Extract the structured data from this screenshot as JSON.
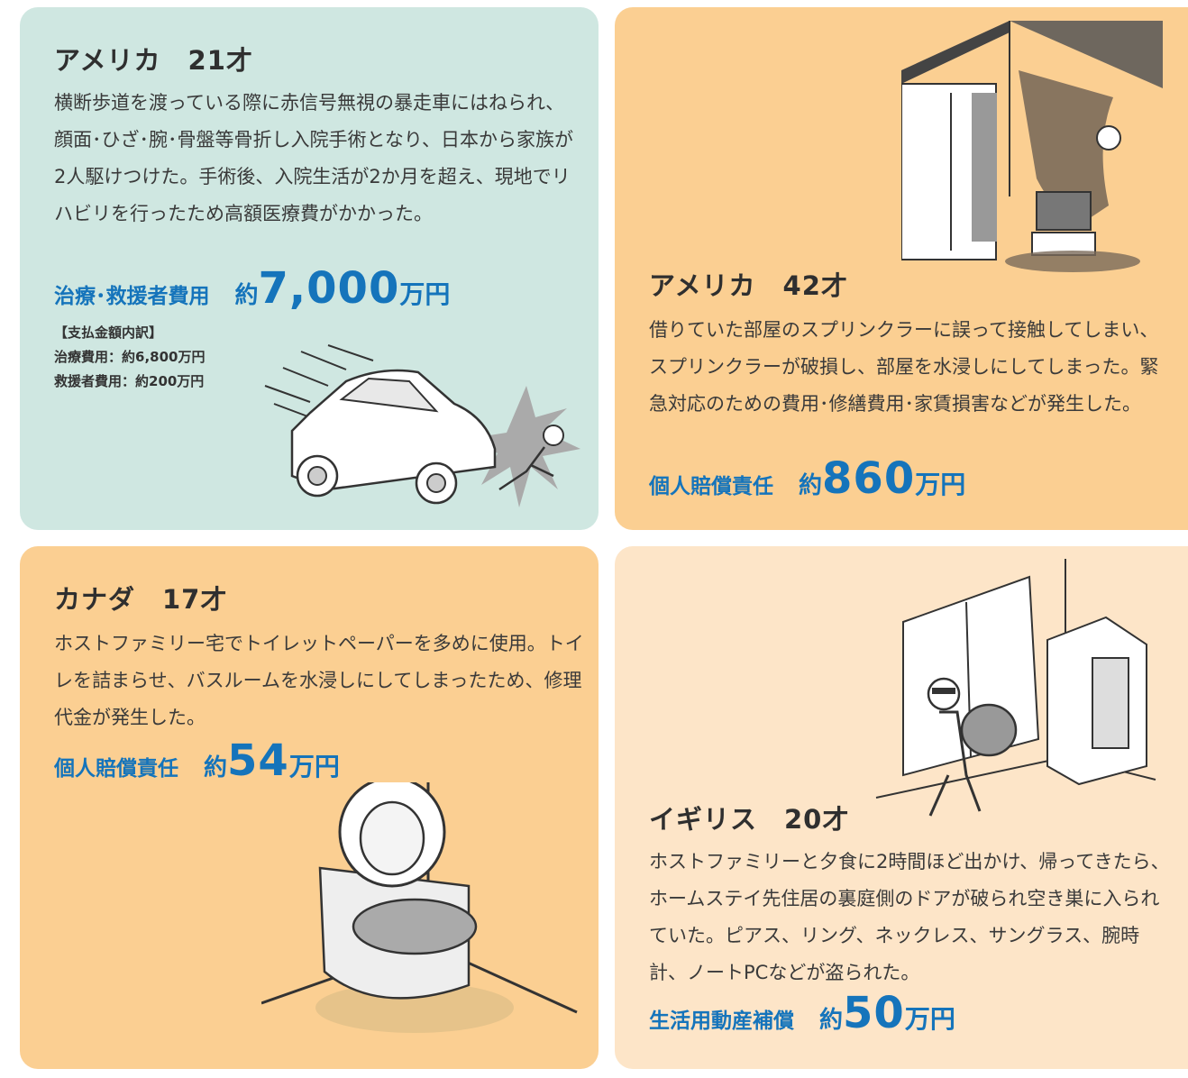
{
  "cards": [
    {
      "title": "アメリカ　21才",
      "body": "横断歩道を渡っている際に赤信号無視の暴走車にはねられ、顔面･ひざ･腕･骨盤等骨折し入院手術となり、日本から家族が2人駆けつけた。手術後、入院生活が2か月を超え、現地でリハビリを行ったため高額医療費がかかった。",
      "amount_label": "治療･救援者費用",
      "amount_prefix": "約",
      "amount_value": "7,000",
      "amount_unit": "万円",
      "breakdown": [
        "【支払金額内訳】",
        "治療費用：約6,800万円",
        "救援者費用：約200万円"
      ],
      "icon": "car-accident-illustration"
    },
    {
      "title": "アメリカ　42才",
      "body": "借りていた部屋のスプリンクラーに誤って接触してしまい、スプリンクラーが破損し、部屋を水浸しにしてしまった。緊急対応のための費用･修繕費用･家賃損害などが発生した。",
      "amount_label": "個人賠償責任",
      "amount_prefix": "約",
      "amount_value": "860",
      "amount_unit": "万円",
      "icon": "flooded-room-illustration"
    },
    {
      "title": "カナダ　17才",
      "body": "ホストファミリー宅でトイレットペーパーを多めに使用。トイレを詰まらせ、バスルームを水浸しにしてしまったため、修理代金が発生した。",
      "amount_label": "個人賠償責任",
      "amount_prefix": "約",
      "amount_value": "54",
      "amount_unit": "万円",
      "icon": "overflowing-toilet-illustration"
    },
    {
      "title": "イギリス　20才",
      "body": "ホストファミリーと夕食に2時間ほど出かけ、帰ってきたら、ホームステイ先住居の裏庭側のドアが破られ空き巣に入られていた。ピアス、リング、ネックレス、サングラス、腕時計、ノートPCなどが盗られた。",
      "amount_label": "生活用動産補償",
      "amount_prefix": "約",
      "amount_value": "50",
      "amount_unit": "万円",
      "icon": "burglar-illustration"
    }
  ],
  "colors": {
    "accent_blue": "#1574bb",
    "mint_card": "#cfe7e1",
    "orange_card": "#fbcf92",
    "light_orange_card": "#fde5c8"
  }
}
